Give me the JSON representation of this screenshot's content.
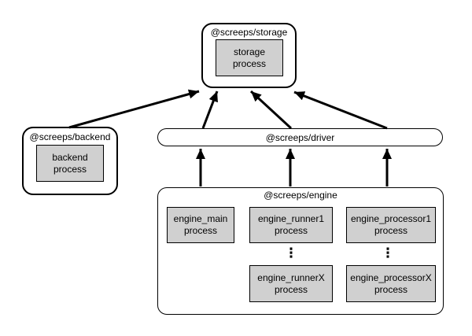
{
  "diagram": {
    "nodes": {
      "storage": {
        "label": "@screeps/storage",
        "process": {
          "line1": "storage",
          "line2": "process"
        }
      },
      "backend": {
        "label": "@screeps/backend",
        "process": {
          "line1": "backend",
          "line2": "process"
        }
      },
      "driver": {
        "label": "@screeps/driver"
      },
      "engine": {
        "label": "@screeps/engine",
        "ellipsis": "⋮",
        "processes": {
          "main": {
            "line1": "engine_main",
            "line2": "process"
          },
          "runner1": {
            "line1": "engine_runner1",
            "line2": "process"
          },
          "processor1": {
            "line1": "engine_processor1",
            "line2": "process"
          },
          "runnerX": {
            "line1": "engine_runnerX",
            "line2": "process"
          },
          "processorX": {
            "line1": "engine_processorX",
            "line2": "process"
          }
        }
      }
    },
    "edges": [
      {
        "from": "backend",
        "to": "storage"
      },
      {
        "from": "driver",
        "to": "storage"
      },
      {
        "from": "driver",
        "to": "storage"
      },
      {
        "from": "driver",
        "to": "storage"
      },
      {
        "from": "engine",
        "to": "driver"
      },
      {
        "from": "engine",
        "to": "driver"
      },
      {
        "from": "engine",
        "to": "driver"
      }
    ],
    "colors": {
      "process_fill": "#d0d0d0",
      "border": "#000000",
      "background": "#ffffff"
    }
  }
}
